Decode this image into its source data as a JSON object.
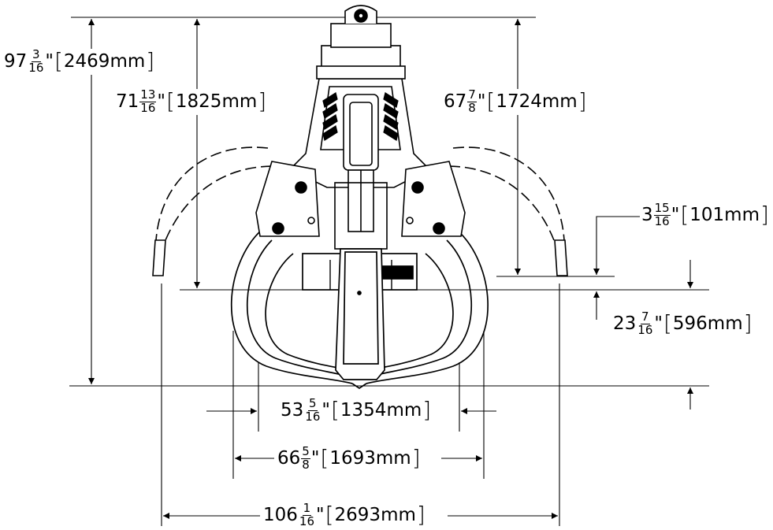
{
  "dimensions": [
    {
      "id": "overall-height",
      "whole": "97",
      "num": "3",
      "den": "16",
      "inch": "\"",
      "mm": "2469mm"
    },
    {
      "id": "closed-height",
      "whole": "71",
      "num": "13",
      "den": "16",
      "inch": "\"",
      "mm": "1825mm"
    },
    {
      "id": "open-height",
      "whole": "67",
      "num": "7",
      "den": "8",
      "inch": "\"",
      "mm": "1724mm"
    },
    {
      "id": "tip-offset",
      "whole": "3",
      "num": "15",
      "den": "16",
      "inch": "\"",
      "mm": "101mm"
    },
    {
      "id": "tine-drop",
      "whole": "23",
      "num": "7",
      "den": "16",
      "inch": "\"",
      "mm": "596mm"
    },
    {
      "id": "closed-width",
      "whole": "53",
      "num": "5",
      "den": "16",
      "inch": "\"",
      "mm": "1354mm"
    },
    {
      "id": "mid-width",
      "whole": "66",
      "num": "5",
      "den": "8",
      "inch": "\"",
      "mm": "1693mm"
    },
    {
      "id": "open-width",
      "whole": "106",
      "num": "1",
      "den": "16",
      "inch": "\"",
      "mm": "2693mm"
    }
  ]
}
